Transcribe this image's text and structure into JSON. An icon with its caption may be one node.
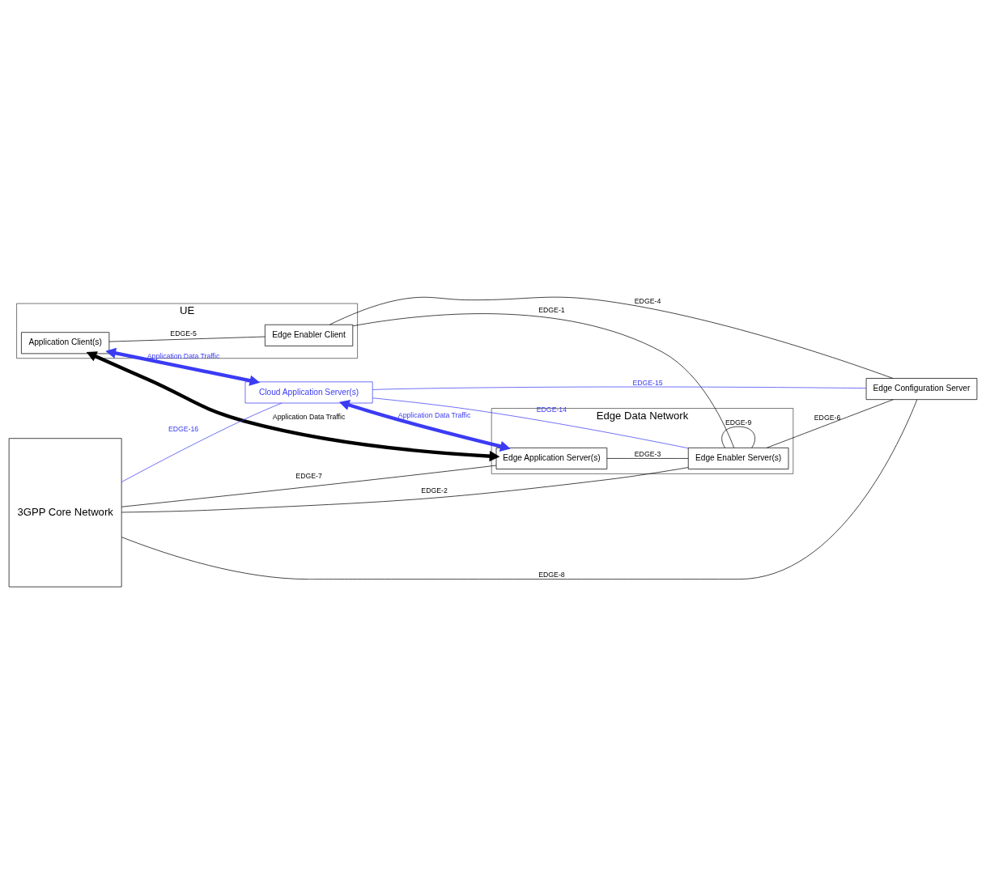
{
  "diagram": {
    "nodes": [
      {
        "text": [
          "UE"
        ]
      },
      {
        "text": [
          "Application Client(s)"
        ],
        "in": 0
      },
      {
        "text": [
          "Edge Enabler Client"
        ],
        "in": 0
      },
      {
        "text": [
          "3GPP Core Network"
        ]
      },
      {
        "text": [
          "Cloud Application Server(s)"
        ]
      },
      {
        "text": [
          "Edge Data Network"
        ]
      },
      {
        "text": [
          "Edge Application Server(s)"
        ],
        "in": 5
      },
      {
        "text": [
          "Edge Enabler Server(s)"
        ],
        "in": 5
      },
      {
        "text": [
          "Edge Configuration Server"
        ]
      }
    ],
    "edges": [
      {
        "from": 1,
        "to": 4,
        "arrow": "both",
        "label": "Application Data Traffic",
        "style": "thick",
        "color": "#3b3bf5"
      },
      {
        "from": 3,
        "to": 4,
        "arrow": "none",
        "label": "EDGE-16",
        "color": "#3b3bf5"
      },
      {
        "from": 4,
        "to": 6,
        "arrow": "both",
        "label": "Application Data Traffic",
        "style": "thick",
        "color": "#3b3bf5"
      },
      {
        "from": 1,
        "to": 6,
        "arrow": "both",
        "label": "Application Data Traffic",
        "style": "thick"
      },
      {
        "from": 3,
        "to": 6,
        "arrow": "none",
        "label": "EDGE-7"
      },
      {
        "from": 6,
        "to": 7,
        "arrow": "none",
        "label": "EDGE-3"
      },
      {
        "from": 4,
        "to": 7,
        "arrow": "none",
        "label": "EDGE-14",
        "color": "#3b3bf5"
      },
      {
        "from": 4,
        "to": 8,
        "arrow": "none",
        "label": "EDGE-15",
        "color": "#3b3bf5"
      },
      {
        "from": 1,
        "to": 2,
        "arrow": "none",
        "label": "EDGE-5"
      },
      {
        "from": 2,
        "to": 7,
        "arrow": "none",
        "label": "EDGE-1"
      },
      {
        "from": 3,
        "to": 7,
        "arrow": "none",
        "label": "EDGE-2"
      },
      {
        "from": 7,
        "to": 7,
        "arrow": "none",
        "label": "EDGE-9"
      },
      {
        "from": 7,
        "to": 8,
        "arrow": "none",
        "label": "EDGE-6"
      },
      {
        "from": 2,
        "to": 8,
        "arrow": "none",
        "label": "EDGE-4"
      },
      {
        "from": 3,
        "to": 8,
        "arrow": "none",
        "label": "EDGE-8"
      }
    ]
  }
}
